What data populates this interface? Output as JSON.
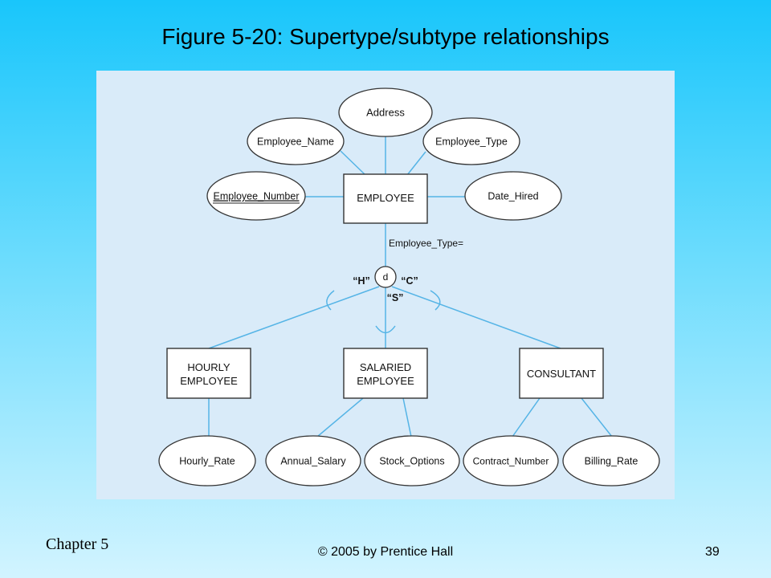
{
  "slide": {
    "title": "Figure 5-20: Supertype/subtype relationships",
    "chapter": "Chapter 5",
    "copyright": "© 2005 by Prentice Hall",
    "page_number": "39"
  },
  "colors": {
    "background_top": "#19c6fb",
    "background_bottom": "#d2f4ff",
    "diagram_panel": "#d9ebf9",
    "connector": "#55b4e6",
    "shape_fill": "#ffffff",
    "shape_stroke": "#333333"
  },
  "diagram": {
    "entities": {
      "employee": "EMPLOYEE",
      "hourly": [
        "HOURLY",
        "EMPLOYEE"
      ],
      "salaried": [
        "SALARIED",
        "EMPLOYEE"
      ],
      "consultant": "CONSULTANT"
    },
    "attributes": {
      "address": "Address",
      "employee_name": "Employee_Name",
      "employee_type": "Employee_Type",
      "employee_number": "Employee_Number",
      "date_hired": "Date_Hired",
      "hourly_rate": "Hourly_Rate",
      "annual_salary": "Annual_Salary",
      "stock_options": "Stock_Options",
      "contract_number": "Contract_Number",
      "billing_rate": "Billing_Rate"
    },
    "discriminator_label": "Employee_Type=",
    "disjoint_symbol": "d",
    "discriminator_values": {
      "hourly": "“H”",
      "salaried": "“S”",
      "consultant": "“C”"
    }
  }
}
